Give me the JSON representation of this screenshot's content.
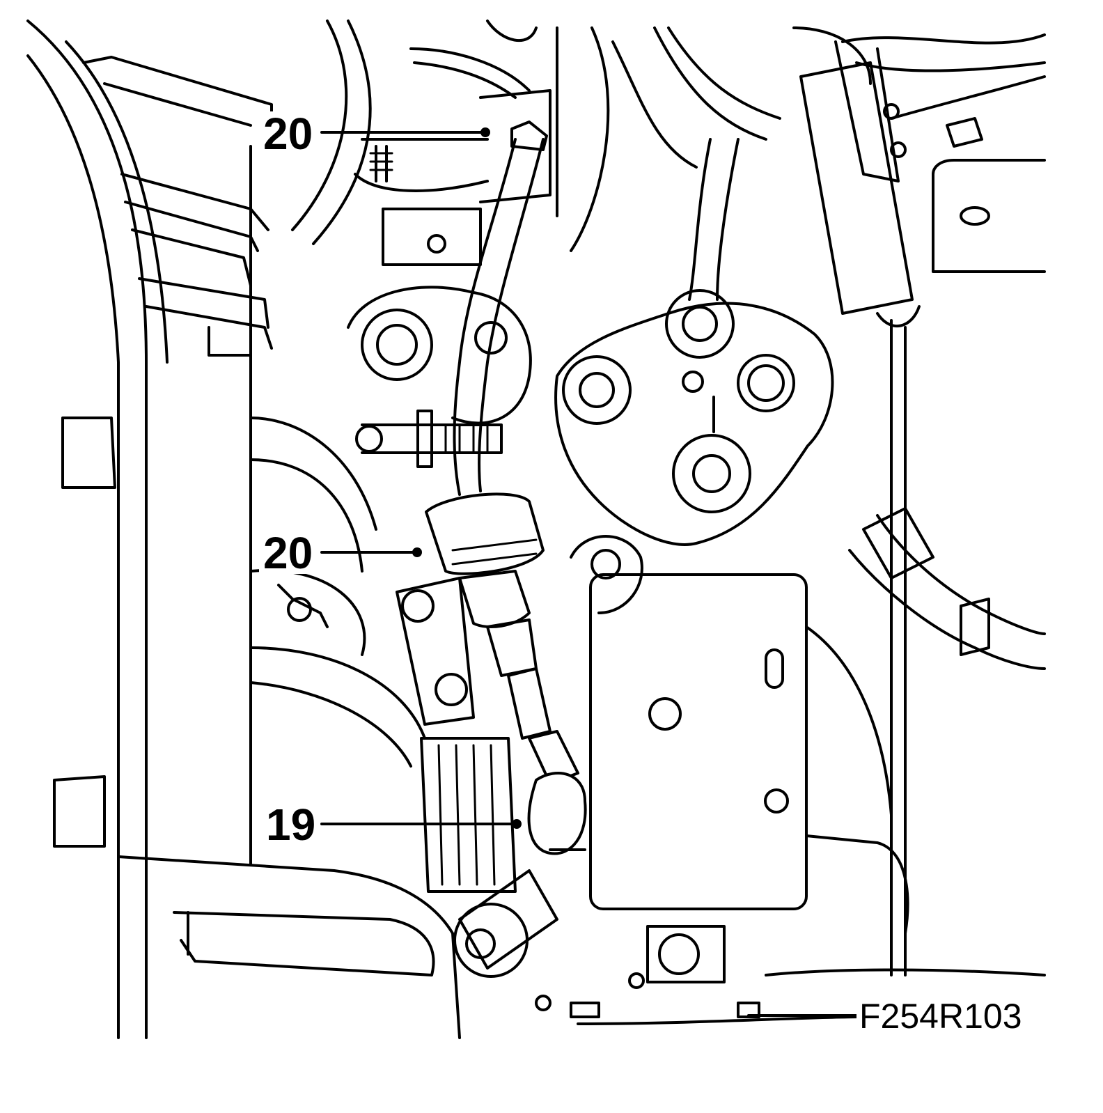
{
  "figure_code": "F254R103",
  "callouts": [
    {
      "id": "upper",
      "label": "20"
    },
    {
      "id": "middle",
      "label": "20"
    },
    {
      "id": "lower",
      "label": "19"
    }
  ]
}
